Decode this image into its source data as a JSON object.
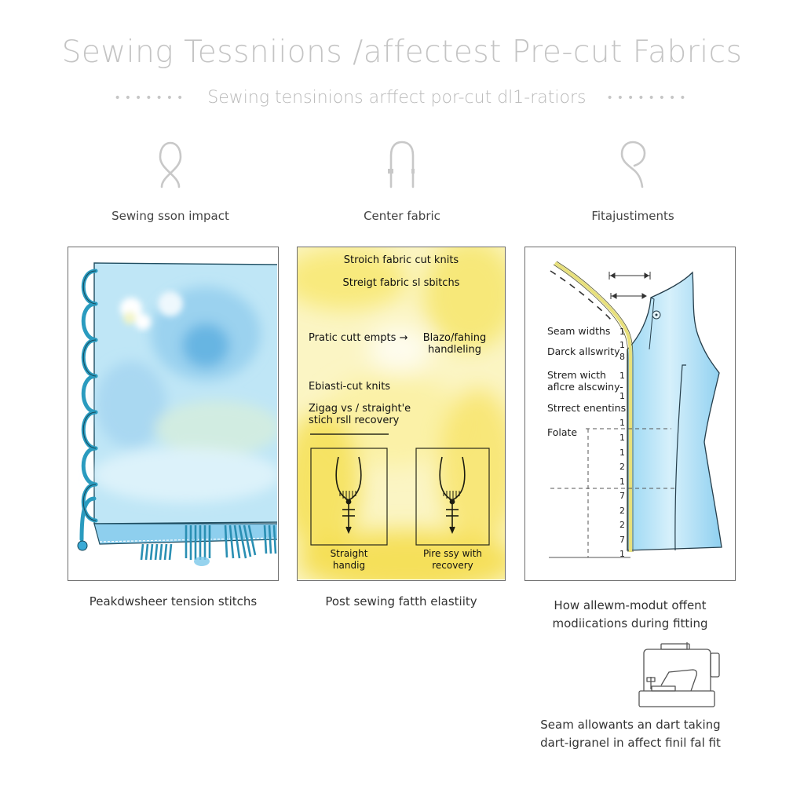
{
  "header": {
    "title": "Sewing Tessniions /affectest Pre-cut Fabrics",
    "subtitle": "Sewing tensinions arffect por-cut dl1-ratiors",
    "dots_left": "•••••••",
    "dots_right": "••••••••"
  },
  "icons": [
    {
      "name": "thread-loop-icon",
      "label": "Sewing sson impact"
    },
    {
      "name": "needle-arch-icon",
      "label": "Center fabric"
    },
    {
      "name": "thread-curl-icon",
      "label": "Fitajustiments"
    }
  ],
  "panels": {
    "tension": {
      "caption": "Peakdwsheer tension stitchs",
      "colors": {
        "fabric": "#a9dcf2",
        "stitch": "#2a9bbf",
        "outline": "#1f4d60"
      }
    },
    "stretch": {
      "heading1": "Stroich fabric cut knits",
      "heading2": "Streigt fabric sl sbitchs",
      "row_left": "Pratic cutt empts",
      "arrow": "→",
      "row_right_line1": "Blazo/fahing",
      "row_right_line2": "handleling",
      "line3": "Ebiasti-cut knits",
      "line4a": "Zigag vs / straight'e",
      "line4b": "stich rsll recovery",
      "box_left_label1": "Straight",
      "box_left_label2": "handig",
      "box_right_label1": "Pire ssy with",
      "box_right_label2": "recovery",
      "caption": "Post sewing fatth elastiity",
      "colors": {
        "wash": "#f7e66a",
        "ink": "#2a2a1a"
      }
    },
    "fit": {
      "labels": [
        "Seam widths",
        "Darck allswrity",
        "Strem wicth",
        "aflcre alscwiny-",
        "Strrect enentins",
        "Folate"
      ],
      "numbers_top": [
        "1",
        "1",
        "8",
        "1",
        "1"
      ],
      "numbers_scale": [
        "1",
        "1",
        "1",
        "2",
        "1",
        "7",
        "2",
        "2",
        "7",
        "1"
      ],
      "caption_line1": "How allewm-modut offent",
      "caption_line2": "modiications during fitting",
      "colors": {
        "garment": "#a8def5",
        "tape": "#e8e07a"
      }
    }
  },
  "footer_note": {
    "line1": "Seam allowants an dart taking",
    "line2": "dart-igranel in affect finil fal fit",
    "icon": "sewing-machine-icon"
  }
}
